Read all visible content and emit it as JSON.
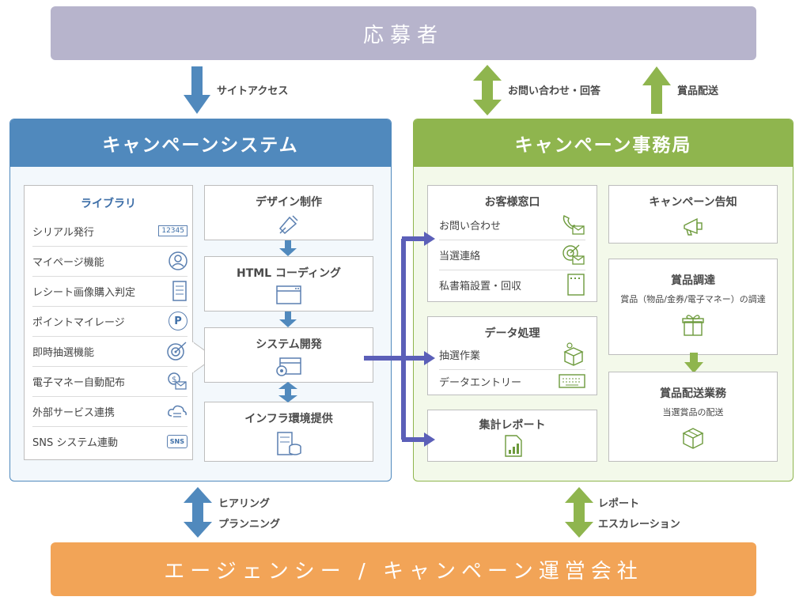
{
  "applicant": "応募者",
  "agency": "エージェンシー / キャンペーン運営会社",
  "arrows": {
    "site_access": "サイトアクセス",
    "inquiry": "お問い合わせ・回答",
    "prize_ship": "賞品配送",
    "hearing": "ヒアリング",
    "planning": "プランニング",
    "report": "レポート",
    "escalation": "エスカレーション"
  },
  "system": {
    "title": "キャンペーンシステム",
    "library": {
      "title": "ライブラリ",
      "items": [
        {
          "label": "シリアル発行",
          "icon": "serial-number-icon",
          "badge": "12345"
        },
        {
          "label": "マイページ機能",
          "icon": "user-icon"
        },
        {
          "label": "レシート画像購入判定",
          "icon": "receipt-icon"
        },
        {
          "label": "ポイントマイレージ",
          "icon": "point-icon",
          "badge": "P"
        },
        {
          "label": "即時抽選機能",
          "icon": "target-icon"
        },
        {
          "label": "電子マネー自動配布",
          "icon": "money-mail-icon"
        },
        {
          "label": "外部サービス連携",
          "icon": "cloud-sync-icon"
        },
        {
          "label": "SNS システム連動",
          "icon": "sns-icon",
          "badge": "SNS"
        }
      ]
    },
    "steps": [
      {
        "label": "デザイン制作",
        "icon": "pen-nib-icon"
      },
      {
        "label": "HTML コーディング",
        "icon": "browser-window-icon"
      },
      {
        "label": "システム開発",
        "icon": "gear-window-icon"
      },
      {
        "label": "インフラ環境提供",
        "icon": "server-icon"
      }
    ]
  },
  "office": {
    "title": "キャンペーン事務局",
    "support": {
      "title": "お客様窓口",
      "items": [
        {
          "label": "お問い合わせ",
          "icon": "phone-mail-icon"
        },
        {
          "label": "当選連絡",
          "icon": "target-mail-icon"
        },
        {
          "label": "私書箱設置・回収",
          "icon": "mailbox-icon"
        }
      ]
    },
    "data": {
      "title": "データ処理",
      "items": [
        {
          "label": "抽選作業",
          "icon": "lottery-box-icon"
        },
        {
          "label": "データエントリー",
          "icon": "keyboard-icon"
        }
      ]
    },
    "report": {
      "title": "集計レポート",
      "icon": "chart-report-icon"
    },
    "notice": {
      "title": "キャンペーン告知",
      "icon": "megaphone-icon"
    },
    "procure": {
      "title": "賞品調達",
      "sub": "賞品（物品/金券/電子マネー）の調達",
      "icon": "gift-icon"
    },
    "delivery": {
      "title": "賞品配送業務",
      "sub": "当選賞品の配送",
      "icon": "package-icon"
    }
  },
  "colors": {
    "applicant": "#b7b4cc",
    "agency": "#f2a457",
    "system": "#5089bd",
    "office": "#8fb54e",
    "connector": "#5b5fb8"
  }
}
